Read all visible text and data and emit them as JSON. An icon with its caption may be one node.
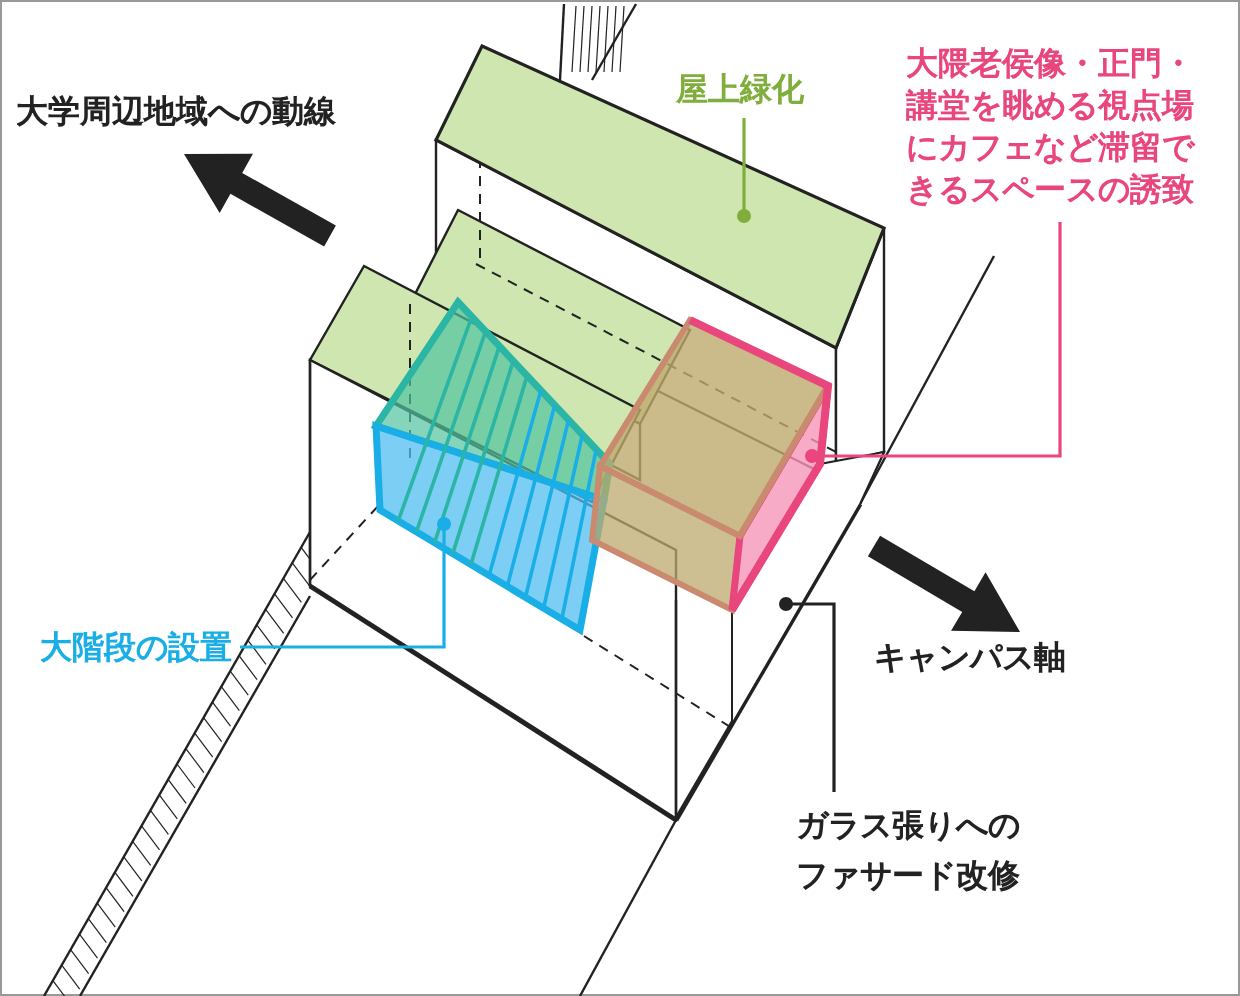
{
  "diagram": {
    "nodes": [
      {
        "text": [
          "屋上緑化"
        ]
      },
      {
        "text": [],
        "shape": "box"
      },
      {
        "text": [
          "大隈老侯像・正門・講堂を眺める視点場にカフェなど滞留できるスペースの誘致"
        ]
      },
      {
        "text": [],
        "shape": "box"
      },
      {
        "text": [
          "大階段の設置"
        ]
      },
      {
        "text": [],
        "shape": "box"
      },
      {
        "text": [
          "ガラス張りへのファサード改修"
        ]
      },
      {
        "text": [],
        "shape": "box"
      }
    ],
    "edges": [
      {
        "from": 0,
        "to": 1,
        "arrow": "other",
        "color": "#7fae3c"
      },
      {
        "from": 2,
        "to": 3,
        "arrow": "other",
        "color": "#e8467c"
      },
      {
        "from": 4,
        "to": 5,
        "arrow": "other",
        "color": "#1aaee6"
      },
      {
        "from": 6,
        "to": 7,
        "arrow": "other",
        "color": "#222222"
      }
    ],
    "labels": [
      "大学周辺地域への動線",
      "キャンパス軸"
    ]
  }
}
